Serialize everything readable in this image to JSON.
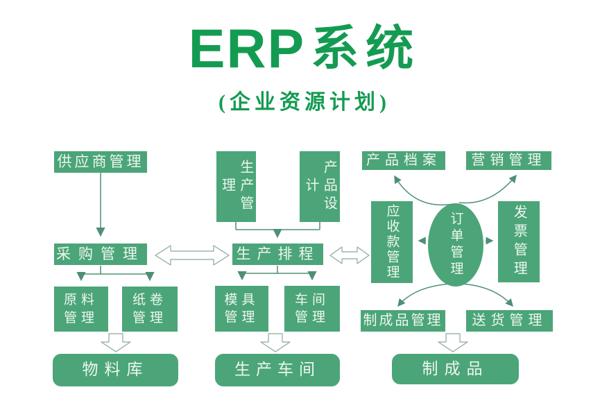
{
  "title": {
    "erp": "ERP",
    "suffix": "系统",
    "subtitle": "(企业资源计划)"
  },
  "colors": {
    "box_green": "#4ba578",
    "title_green": "#149b52",
    "line_green": "#4e8f75",
    "outline_gray": "#9fb5aa",
    "box_text": "#eef6f0",
    "background": "#ffffff"
  },
  "nodes": {
    "supplier": "供应商管理",
    "production_mgmt": "生产管理",
    "product_design": "产品设计",
    "product_archive": "产品档案",
    "marketing": "营销管理",
    "purchasing": "采购管理",
    "scheduling": "生产排程",
    "receivables": "应收款管理",
    "orders": "订单管理",
    "invoice": "发票管理",
    "raw_material": "原料管理",
    "paper_roll": "纸卷管理",
    "mold": "模具管理",
    "workshop": "车间管理",
    "finished_mgmt": "制成品管理",
    "delivery": "送货管理",
    "material_store": "物料库",
    "production_floor": "生产车间",
    "finished_goods": "制成品"
  }
}
